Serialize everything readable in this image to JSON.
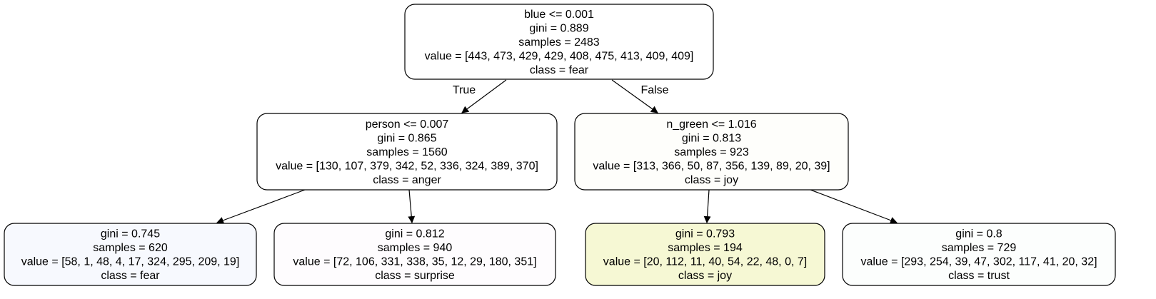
{
  "nodes": [
    {
      "id": "root",
      "fill": "#ffffff",
      "lines": [
        "blue <= 0.001",
        "gini = 0.889",
        "samples = 2483",
        "value = [443, 473, 429, 429, 408, 475, 413, 409, 409]",
        "class = fear"
      ]
    },
    {
      "id": "left",
      "fill": "#ffffff",
      "lines": [
        "person <= 0.007",
        "gini = 0.865",
        "samples = 1560",
        "value = [130, 107, 379, 342, 52, 336, 324, 389, 370]",
        "class = anger"
      ]
    },
    {
      "id": "right",
      "fill": "#fefefb",
      "lines": [
        "n_green <= 1.016",
        "gini = 0.813",
        "samples = 923",
        "value = [313, 366, 50, 87, 356, 139, 89, 20, 39]",
        "class = joy"
      ]
    },
    {
      "id": "ll",
      "fill": "#f7f9fe",
      "lines": [
        "gini = 0.745",
        "samples = 620",
        "value = [58, 1, 48, 4, 17, 324, 295, 209, 19]",
        "class = fear"
      ]
    },
    {
      "id": "lr",
      "fill": "#fefcfe",
      "lines": [
        "gini = 0.812",
        "samples = 940",
        "value = [72, 106, 331, 338, 35, 12, 29, 180, 351]",
        "class = surprise"
      ]
    },
    {
      "id": "rl",
      "fill": "#f6f8d4",
      "lines": [
        "gini = 0.793",
        "samples = 194",
        "value = [20, 112, 11, 40, 54, 22, 48, 0, 7]",
        "class = joy"
      ]
    },
    {
      "id": "rr",
      "fill": "#fcfefd",
      "lines": [
        "gini = 0.8",
        "samples = 729",
        "value = [293, 254, 39, 47, 302, 117, 41, 20, 32]",
        "class = trust"
      ]
    }
  ],
  "edges": [
    {
      "from": "root",
      "to": "left",
      "label": "True"
    },
    {
      "from": "root",
      "to": "right",
      "label": "False"
    },
    {
      "from": "left",
      "to": "ll",
      "label": ""
    },
    {
      "from": "left",
      "to": "lr",
      "label": ""
    },
    {
      "from": "right",
      "to": "rl",
      "label": ""
    },
    {
      "from": "right",
      "to": "rr",
      "label": ""
    }
  ]
}
